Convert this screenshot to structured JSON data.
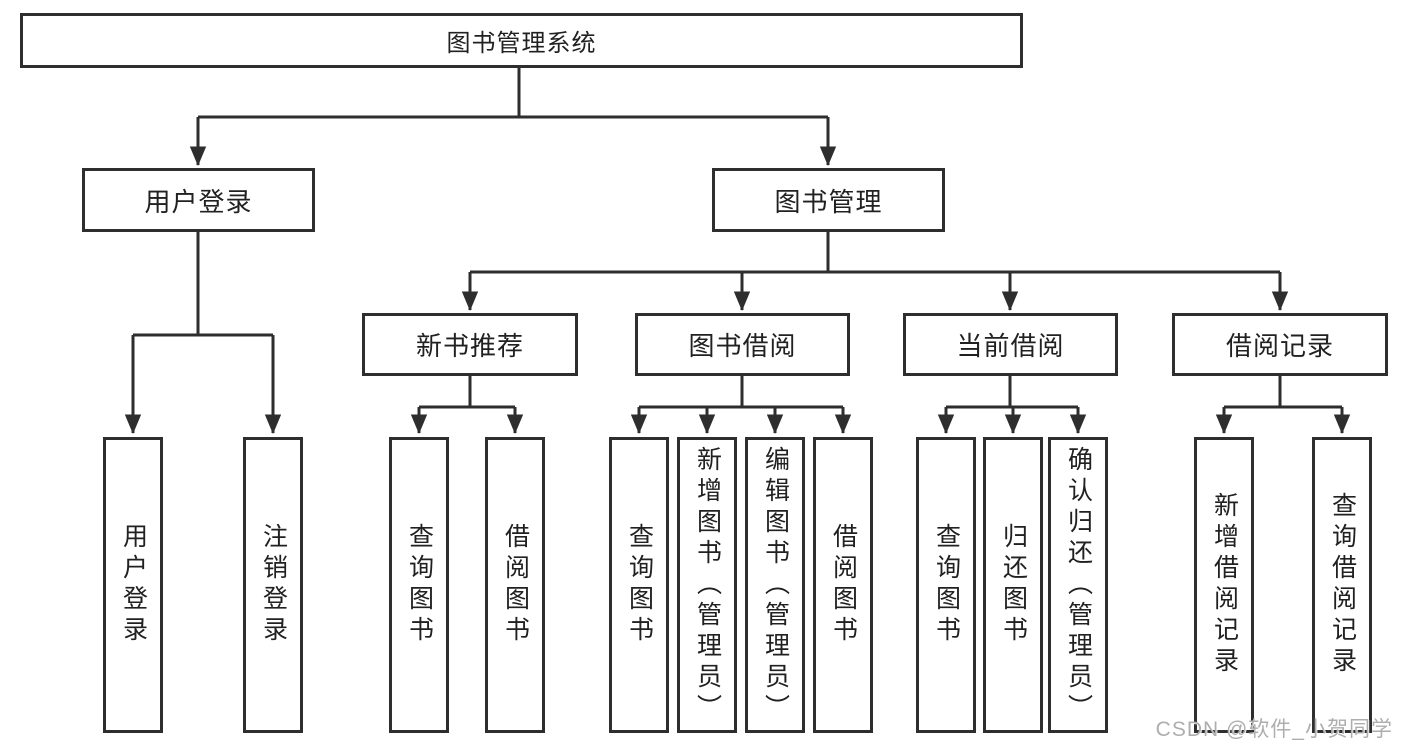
{
  "diagram": {
    "root": "图书管理系统",
    "level2": [
      {
        "label": "用户登录",
        "children": [
          {
            "label": "用户登录"
          },
          {
            "label": "注销登录"
          }
        ]
      },
      {
        "label": "图书管理",
        "groups": [
          {
            "label": "新书推荐",
            "children": [
              {
                "label": "查询图书"
              },
              {
                "label": "借阅图书"
              }
            ]
          },
          {
            "label": "图书借阅",
            "children": [
              {
                "label": "查询图书"
              },
              {
                "label": "新增图书（管理员）"
              },
              {
                "label": "编辑图书（管理员）"
              },
              {
                "label": "借阅图书"
              }
            ]
          },
          {
            "label": "当前借阅",
            "children": [
              {
                "label": "查询图书"
              },
              {
                "label": "归还图书"
              },
              {
                "label": "确认归还（管理员）"
              }
            ]
          },
          {
            "label": "借阅记录",
            "children": [
              {
                "label": "新增借阅记录"
              },
              {
                "label": "查询借阅记录"
              }
            ]
          }
        ]
      }
    ]
  },
  "watermark": "CSDN @软件_小贺同学",
  "colors": {
    "line": "#2e2e2e",
    "text": "#212121",
    "watermark": "#aeaeae",
    "background": "#ffffff"
  }
}
